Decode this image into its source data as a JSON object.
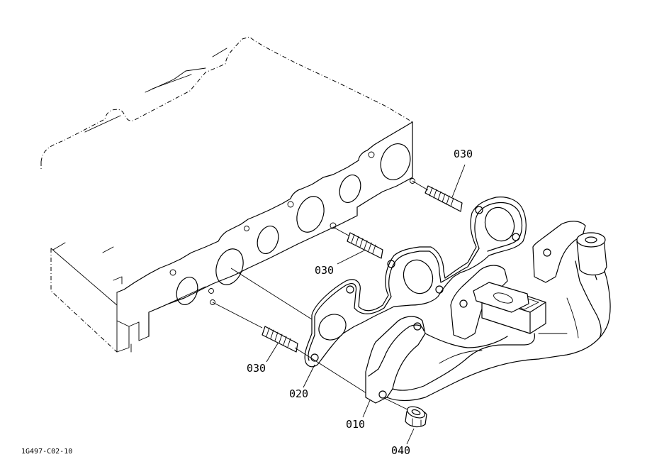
{
  "drawing": {
    "code": "1G497-C02-10"
  },
  "parts": [
    {
      "id": "010",
      "label": "010",
      "desc_icon": "exhaust-manifold"
    },
    {
      "id": "020",
      "label": "020",
      "desc_icon": "gasket"
    },
    {
      "id": "030a",
      "label": "030",
      "desc_icon": "stud-bolt"
    },
    {
      "id": "030b",
      "label": "030",
      "desc_icon": "stud-bolt"
    },
    {
      "id": "030c",
      "label": "030",
      "desc_icon": "stud-bolt"
    },
    {
      "id": "040",
      "label": "040",
      "desc_icon": "nut"
    }
  ]
}
